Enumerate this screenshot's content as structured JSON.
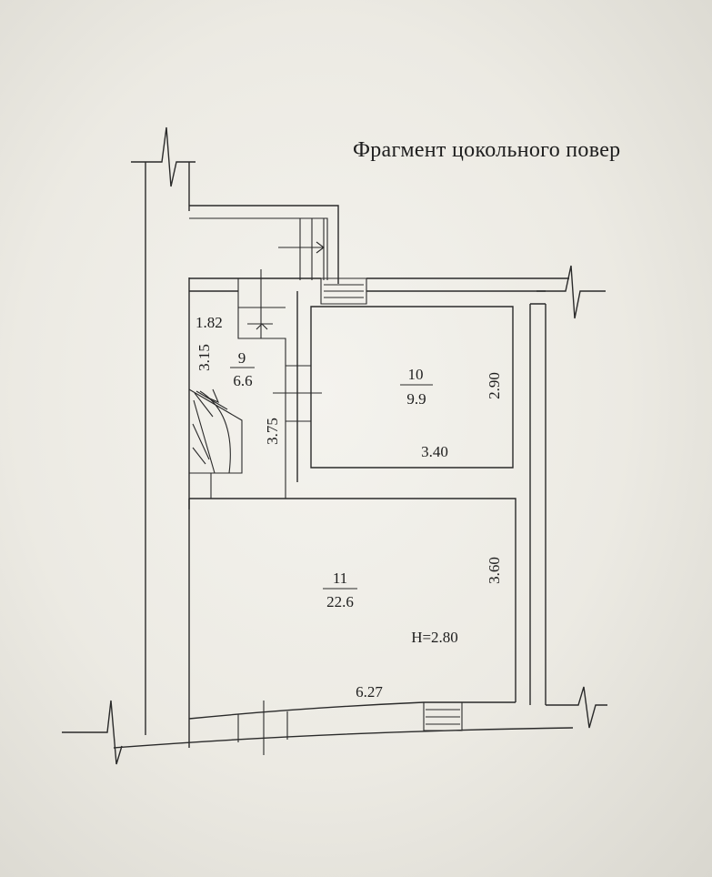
{
  "title": "Фрагмент цокольного повер",
  "rooms": [
    {
      "number": "9",
      "area": "6.6"
    },
    {
      "number": "10",
      "area": "9.9"
    },
    {
      "number": "11",
      "area": "22.6"
    }
  ],
  "dimensions": {
    "d_1_82": "1.82",
    "d_3_15": "3.15",
    "d_3_75": "3.75",
    "d_2_90": "2.90",
    "d_3_40": "3.40",
    "d_3_60": "3.60",
    "d_6_27": "6.27"
  },
  "ceiling_height": "H=2.80"
}
